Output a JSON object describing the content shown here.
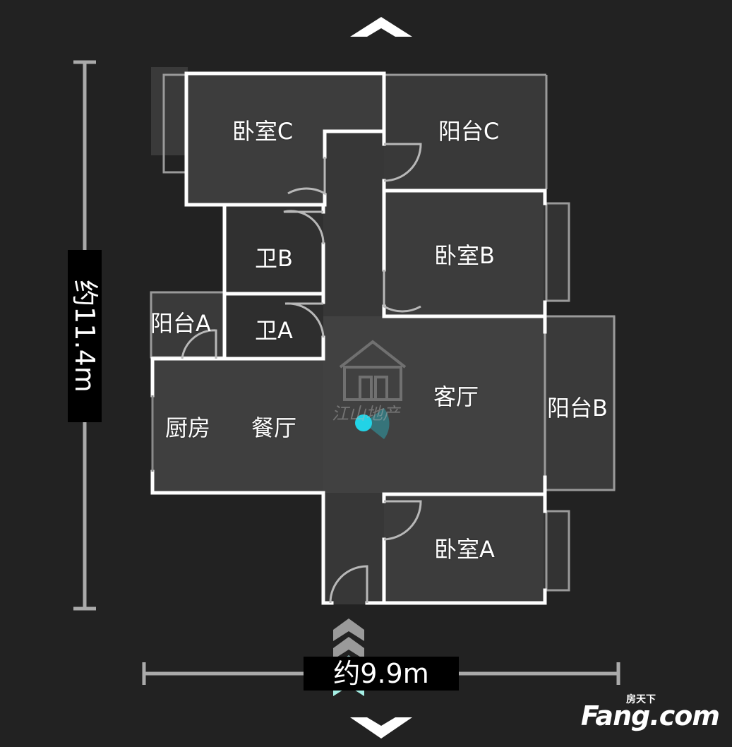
{
  "rooms": {
    "bedroom_c": "卧室C",
    "balcony_c": "阳台C",
    "bathroom_b": "卫B",
    "bedroom_b": "卧室B",
    "balcony_a": "阳台A",
    "bathroom_a": "卫A",
    "kitchen": "厨房",
    "dining": "餐厅",
    "living": "客厅",
    "balcony_b": "阳台B",
    "bedroom_a": "卧室A"
  },
  "dimensions": {
    "height": "约11.4m",
    "width": "约9.9m"
  },
  "watermark": {
    "text": "江山地产"
  },
  "brand": {
    "small": "房天下",
    "main": "Fang.com"
  },
  "colors": {
    "background": "#222222",
    "wall": "#ffffff",
    "floor": "#3b3b3b",
    "marker": "#22d3e6"
  },
  "icons": {
    "nav_up": "chevron-up-icon",
    "nav_down": "chevron-down-icon",
    "forward": "forward-chevrons-icon",
    "position": "position-marker-icon"
  }
}
